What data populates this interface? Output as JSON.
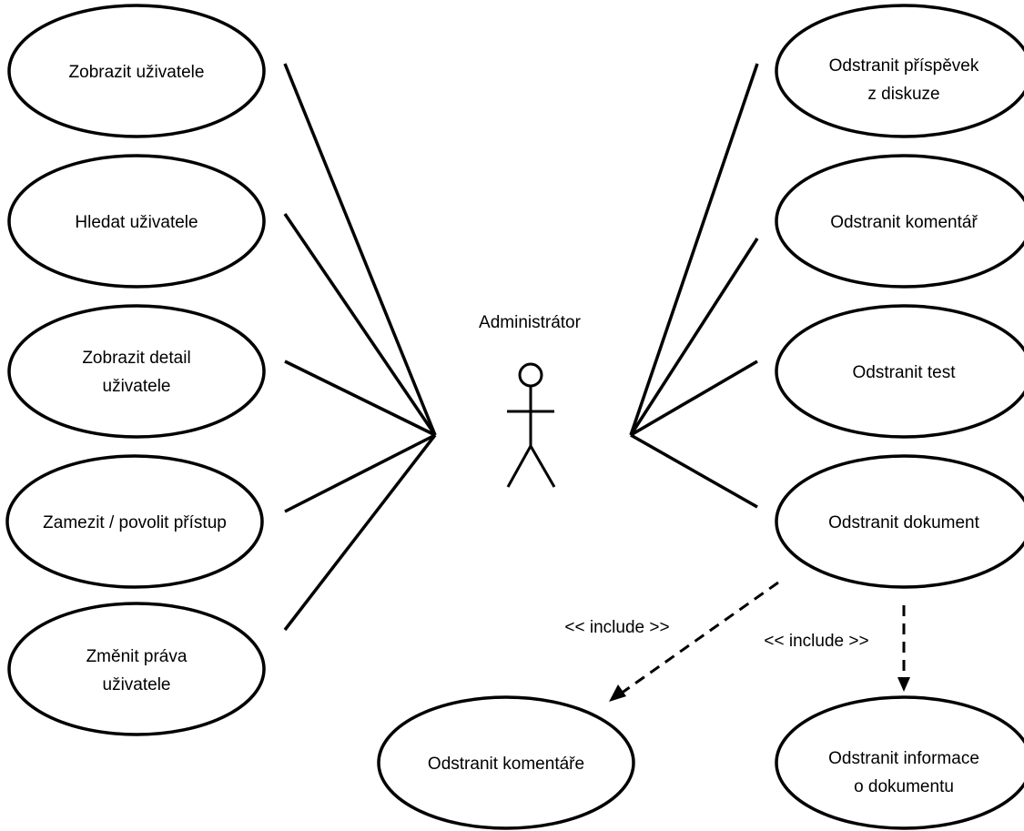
{
  "actor": {
    "name": "Administrátor"
  },
  "use_cases": {
    "zobrazit_uzivatele": [
      "Zobrazit uživatele"
    ],
    "hledat_uzivatele": [
      "Hledat uživatele"
    ],
    "zobrazit_detail": [
      "Zobrazit detail",
      "uživatele"
    ],
    "zamezit_pristup": [
      "Zamezit / povolit přístup"
    ],
    "zmenit_prava": [
      "Změnit práva",
      "uživatele"
    ],
    "odstranit_prispevek": [
      "Odstranit příspěvek",
      "z diskuze"
    ],
    "odstranit_komentar": [
      "Odstranit komentář"
    ],
    "odstranit_test": [
      "Odstranit test"
    ],
    "odstranit_dokument": [
      "Odstranit dokument"
    ],
    "odstranit_komentare": [
      "Odstranit komentáře"
    ],
    "odstranit_informace": [
      "Odstranit informace",
      "o dokumentu"
    ]
  },
  "relations": {
    "include_1": "<< include >>",
    "include_2": "<< include >>"
  }
}
